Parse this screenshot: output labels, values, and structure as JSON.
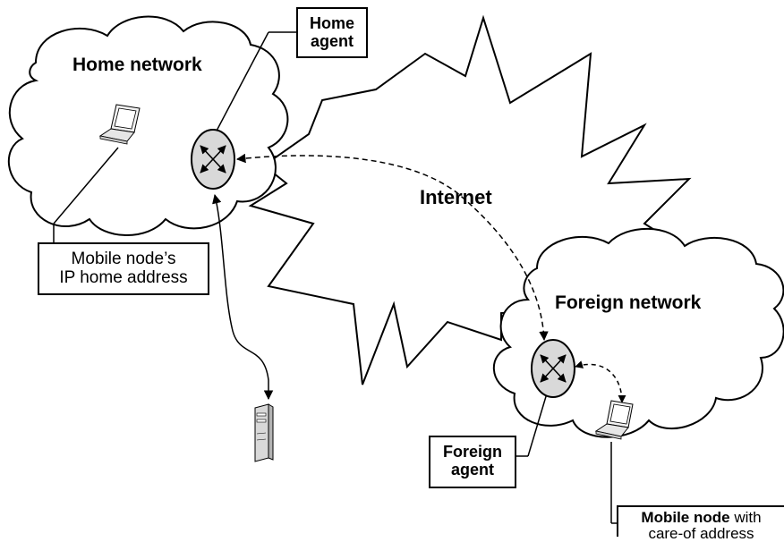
{
  "home_network": {
    "title": "Home network"
  },
  "home_agent": {
    "line1": "Home",
    "line2": "agent"
  },
  "internet": {
    "label": "Internet"
  },
  "home_address_box": {
    "line1": "Mobile node’s",
    "line2": "IP home address"
  },
  "foreign_network": {
    "title": "Foreign network"
  },
  "foreign_agent": {
    "line1": "Foreign",
    "line2": "agent"
  },
  "mobile_node_box": {
    "bold": "Mobile node",
    "rest": " with",
    "line2": "care-of address"
  }
}
